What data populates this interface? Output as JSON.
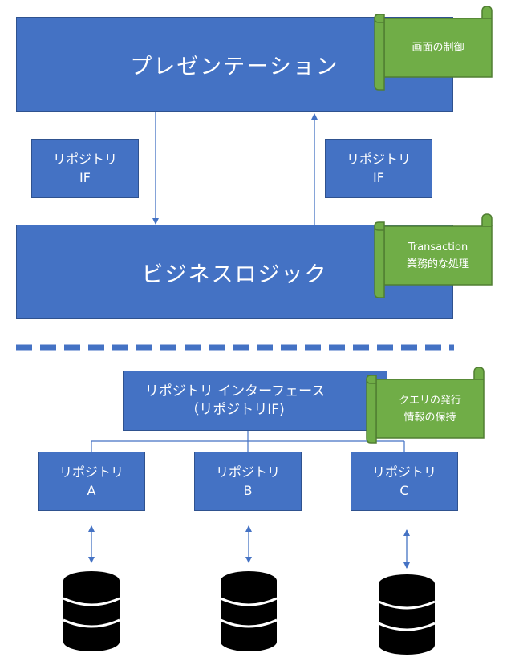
{
  "presentation": {
    "title": "プレゼンテーション",
    "note": "画面の制御"
  },
  "repo_if_left": {
    "line1": "リポジトリ",
    "line2": "IF"
  },
  "repo_if_right": {
    "line1": "リポジトリ",
    "line2": "IF"
  },
  "business": {
    "title": "ビジネスロジック",
    "note_line1": "Transaction",
    "note_line2": "業務的な処理"
  },
  "repo_interface": {
    "line1": "リポジトリ インターフェース",
    "line2": "（リポジトリIF)",
    "note_line1": "クエリの発行",
    "note_line2": "情報の保持"
  },
  "repos": [
    {
      "line1": "リポジトリ",
      "line2": "A"
    },
    {
      "line1": "リポジトリ",
      "line2": "B"
    },
    {
      "line1": "リポジトリ",
      "line2": "C"
    }
  ],
  "colors": {
    "box": "#4472c4",
    "box_border": "#2f528f",
    "note": "#70ad47",
    "note_border": "#507e32",
    "db": "#000000"
  },
  "icons": [
    "scroll-icon",
    "database-icon"
  ]
}
